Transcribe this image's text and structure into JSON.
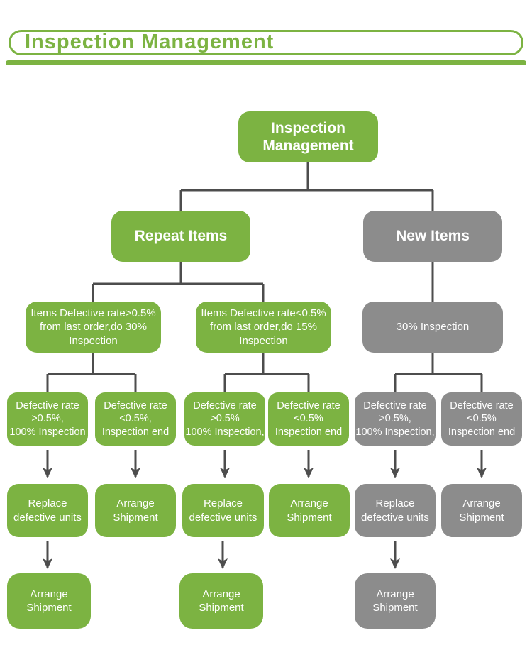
{
  "header": {
    "title": "Inspection Management"
  },
  "colors": {
    "green": "#7CB342",
    "gray": "#8C8C8C",
    "connector": "#4D4D4D",
    "node_text": "#FFFFFF",
    "header_accent": "#7CB342",
    "background": "#FFFFFF"
  },
  "flowchart": {
    "root": {
      "label": "Inspection\nManagement"
    },
    "branches": {
      "repeat_items": {
        "label": "Repeat Items"
      },
      "new_items": {
        "label": "New Items"
      }
    },
    "level3": {
      "repeat_high": {
        "label": "Items Defective rate>0.5%\nfrom last order,do 30%\nInspection"
      },
      "repeat_low": {
        "label": "Items Defective rate<0.5%\nfrom last order,do 15%\nInspection"
      },
      "new_inspection": {
        "label": "30% Inspection"
      }
    },
    "level4": {
      "repeat_high_fail": {
        "label": "Defective rate\n>0.5%,\n100% Inspection"
      },
      "repeat_high_pass": {
        "label": "Defective rate\n<0.5%,\nInspection end"
      },
      "repeat_low_fail": {
        "label": "Defective rate\n>0.5%\n100% Inspection,"
      },
      "repeat_low_pass": {
        "label": "Defective rate\n<0.5%\nInspection end"
      },
      "new_fail": {
        "label": "Defective rate\n>0.5%,\n100% Inspection,"
      },
      "new_pass": {
        "label": "Defective rate\n<0.5%\nInspection end"
      }
    },
    "level5": {
      "repeat_high_replace": {
        "label": "Replace\ndefective units"
      },
      "repeat_high_ship": {
        "label": "Arrange\nShipment"
      },
      "repeat_low_replace": {
        "label": "Replace\ndefective units"
      },
      "repeat_low_ship": {
        "label": "Arrange\nShipment"
      },
      "new_replace": {
        "label": "Replace\ndefective units"
      },
      "new_ship": {
        "label": "Arrange\nShipment"
      }
    },
    "level6": {
      "repeat_high_final_ship": {
        "label": "Arrange\nShipment"
      },
      "repeat_low_final_ship": {
        "label": "Arrange\nShipment"
      },
      "new_final_ship": {
        "label": "Arrange\nShipment"
      }
    }
  }
}
